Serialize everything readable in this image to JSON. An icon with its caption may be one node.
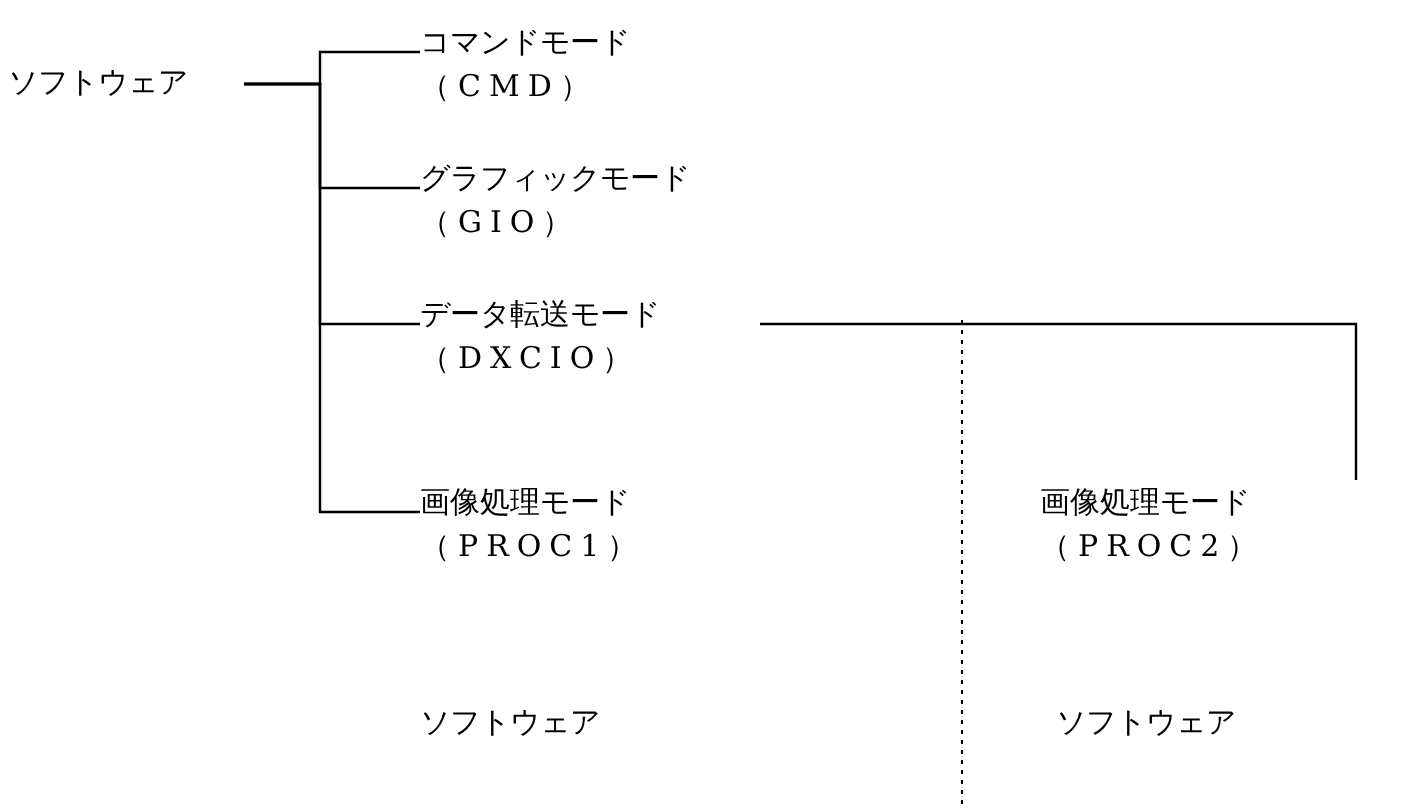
{
  "diagram": {
    "nodes": [
      {
        "text": [
          "ソフトウェア"
        ]
      },
      {
        "text": [
          "コマンドモード",
          "（CMD）"
        ]
      },
      {
        "text": [
          "グラフィックモード",
          "（GIO）"
        ]
      },
      {
        "text": [
          "データ転送モード",
          "（DXCIO）"
        ]
      },
      {
        "text": [
          "画像処理モード",
          "（PROC1）"
        ]
      },
      {
        "text": [
          "画像処理モード",
          "（PROC2）"
        ]
      }
    ],
    "edges": [
      {
        "from": 0,
        "to": 1,
        "arrow": "none"
      },
      {
        "from": 0,
        "to": 2,
        "arrow": "none"
      },
      {
        "from": 0,
        "to": 3,
        "arrow": "none"
      },
      {
        "from": 0,
        "to": 4,
        "arrow": "none"
      },
      {
        "from": 3,
        "to": 5,
        "arrow": "none"
      }
    ],
    "labels": [
      "ソフトウェア",
      "ソフトウェア"
    ]
  }
}
